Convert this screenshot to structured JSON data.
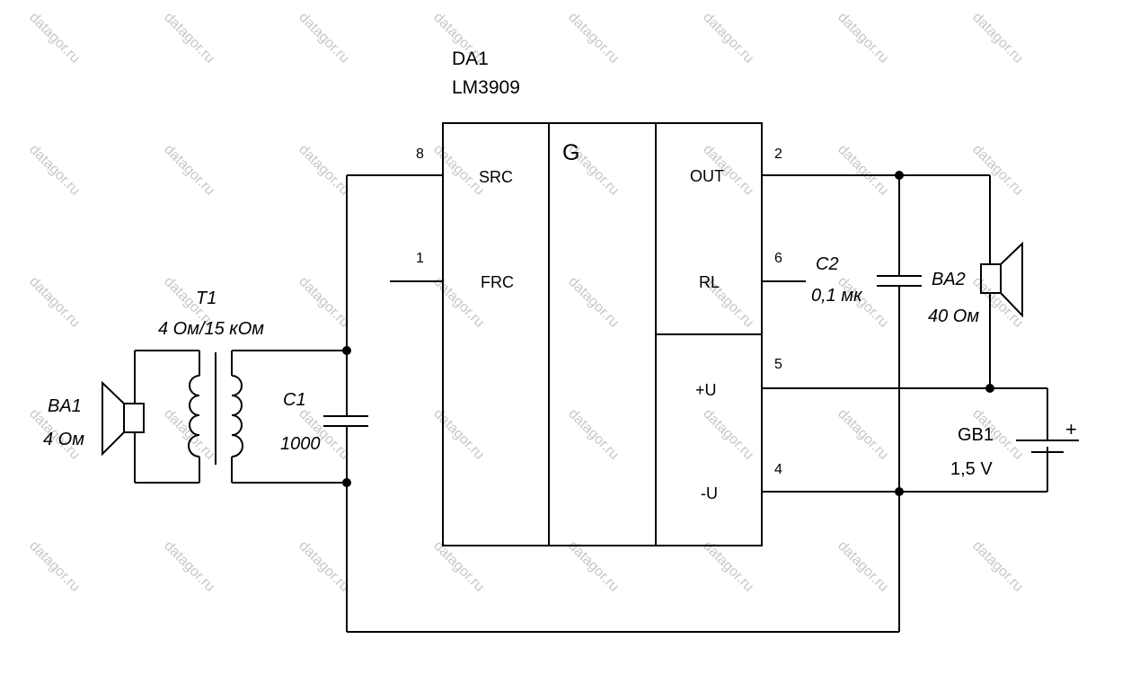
{
  "chip": {
    "ref": "DA1",
    "part": "LM3909",
    "generator": "G",
    "pins": {
      "src": "SRC",
      "frc": "FRC",
      "out": "OUT",
      "rl": "RL",
      "vplus": "+U",
      "vminus": "-U"
    },
    "pin_numbers": {
      "src": "8",
      "frc": "1",
      "out": "2",
      "rl": "6",
      "vplus": "5",
      "vminus": "4"
    }
  },
  "ba1": {
    "ref": "BA1",
    "value": "4 Ом"
  },
  "t1": {
    "ref": "T1",
    "value": "4 Ом/15 кОм"
  },
  "c1": {
    "ref": "C1",
    "value": "1000"
  },
  "c2": {
    "ref": "C2",
    "value": "0,1 мк"
  },
  "ba2": {
    "ref": "BA2",
    "value": "40 Ом"
  },
  "gb1": {
    "ref": "GB1",
    "value": "1,5 V",
    "polarity": "+"
  },
  "watermark": "datagor.ru"
}
